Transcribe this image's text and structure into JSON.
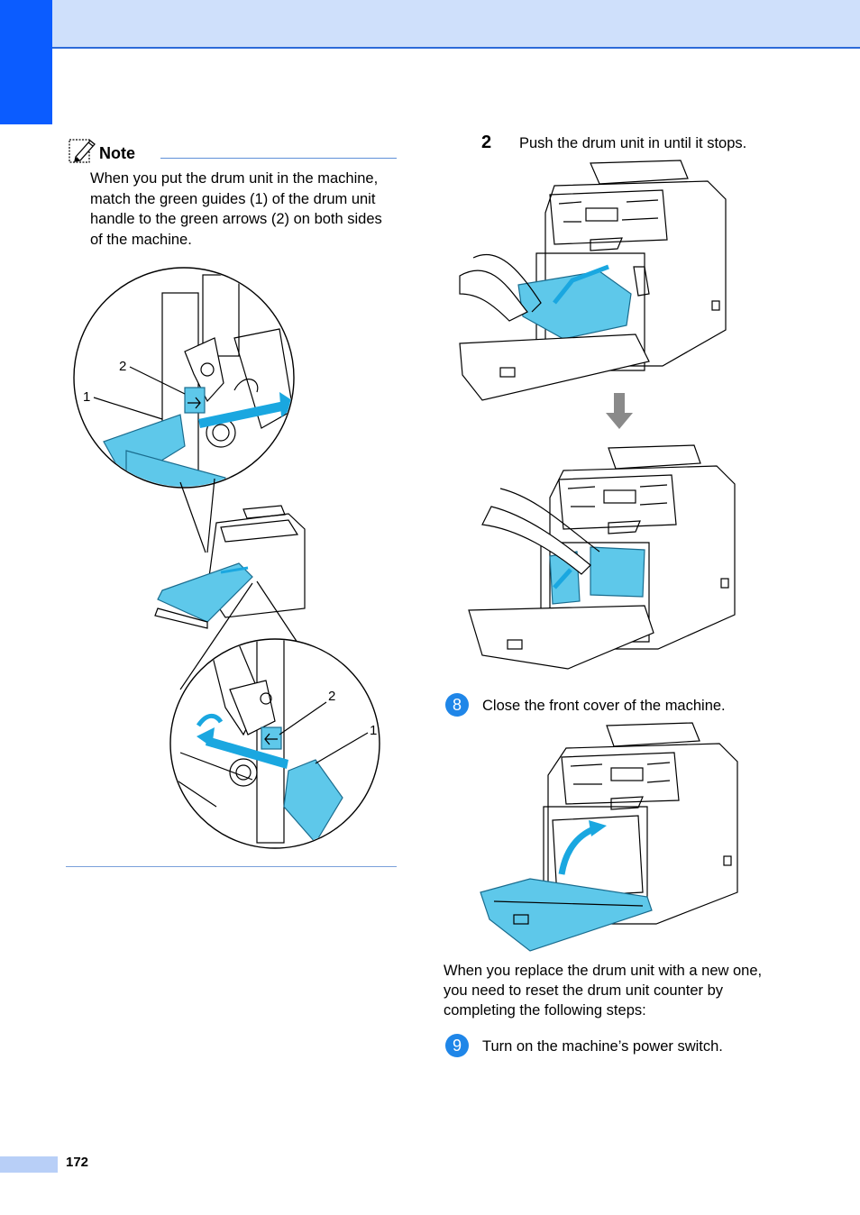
{
  "page": {
    "number": "172"
  },
  "colors": {
    "accent_blue": "#0b5cff",
    "header_band": "#cfe0fb",
    "illustration_cyan": "#5ec8ea",
    "step_circle": "#1f86e8"
  },
  "note": {
    "icon": "note-pencil-icon",
    "title": "Note",
    "body": "When you put the drum unit in the machine, match the green guides (1) of the drum unit handle to the green arrows (2) on both sides of the machine."
  },
  "left_figure": {
    "callouts": {
      "top_circle_2": "2",
      "top_circle_1": "1",
      "bottom_circle_2": "2",
      "bottom_circle_1": "1"
    }
  },
  "steps": {
    "sub_step": {
      "number": "2",
      "text": "Push the drum unit in until it stops."
    },
    "step8": {
      "number": "8",
      "text": "Close the front cover of the machine."
    },
    "step9": {
      "number": "9",
      "text": "Turn on the machine’s power switch."
    }
  },
  "paragraph": "When you replace the drum unit with a new one, you need to reset the drum unit counter by completing the following steps:"
}
